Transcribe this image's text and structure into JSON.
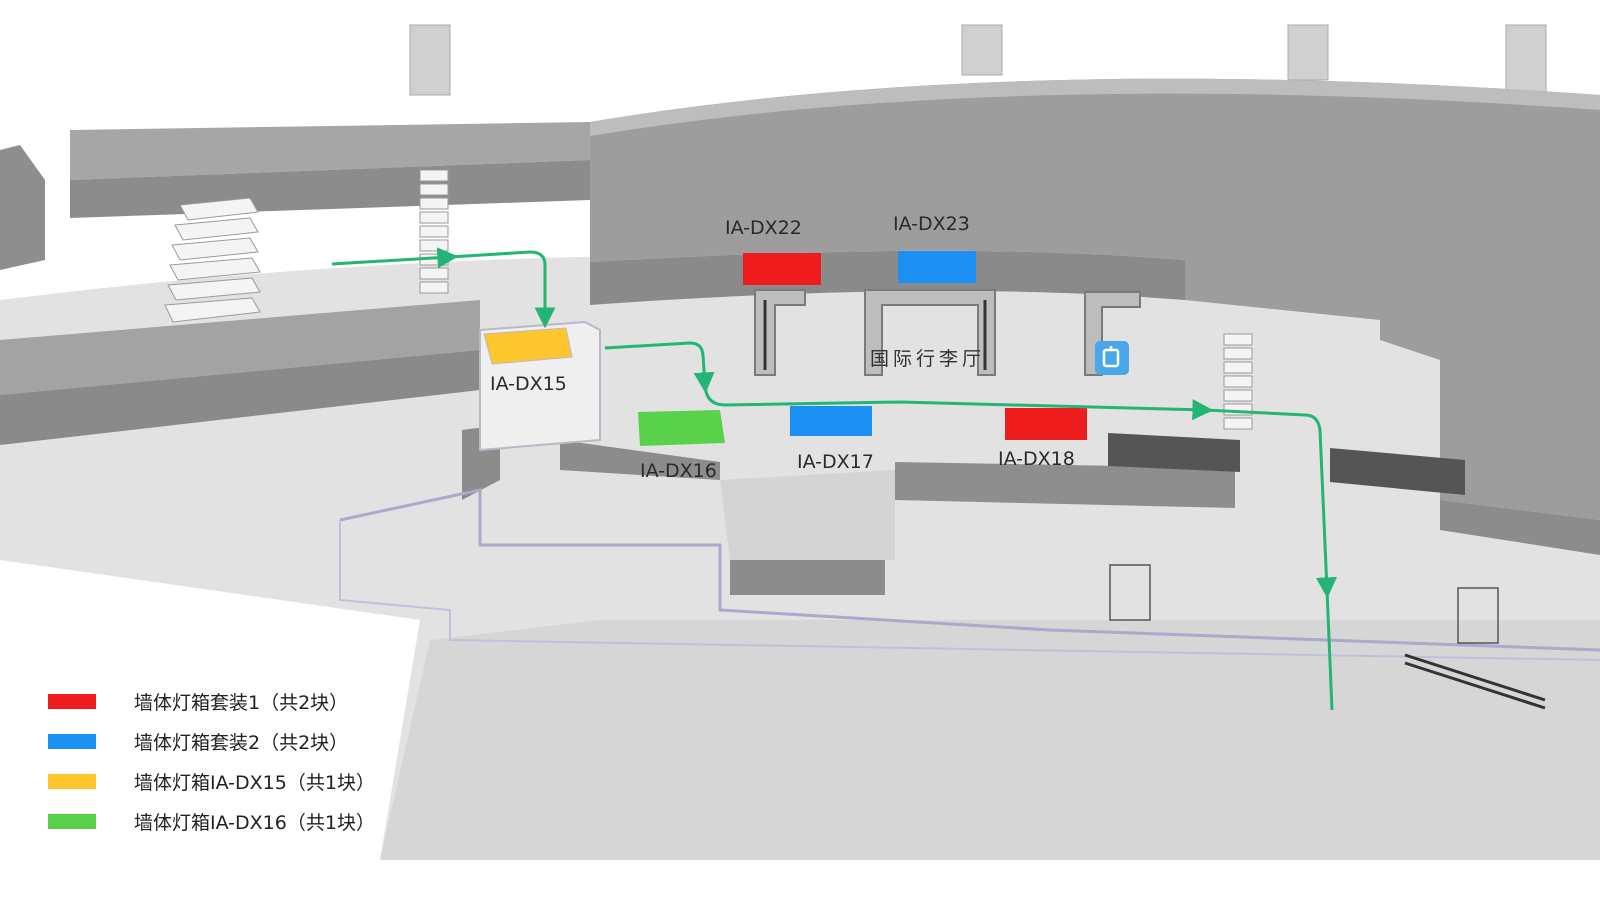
{
  "colors": {
    "red": "#ee1c1c",
    "blue": "#1b8ff2",
    "yellow": "#fdc62e",
    "green": "#5ad14a",
    "route": "#22b573",
    "wall": "#9a9a9a",
    "floor": "#dcdcdc"
  },
  "map": {
    "hall_label": "国际行李厅",
    "icon": "baggage-claim-icon",
    "route_description": "green-arrow-path"
  },
  "lightboxes": [
    {
      "id": "IA-DX22",
      "color": "red"
    },
    {
      "id": "IA-DX23",
      "color": "blue"
    },
    {
      "id": "IA-DX15",
      "color": "yellow"
    },
    {
      "id": "IA-DX16",
      "color": "green"
    },
    {
      "id": "IA-DX17",
      "color": "blue"
    },
    {
      "id": "IA-DX18",
      "color": "red"
    }
  ],
  "legend": [
    {
      "label": "墙体灯箱套装1（共2块）",
      "color": "#ee1c1c"
    },
    {
      "label": "墙体灯箱套装2（共2块）",
      "color": "#1b8ff2"
    },
    {
      "label": "墙体灯箱IA-DX15（共1块）",
      "color": "#fdc62e"
    },
    {
      "label": "墙体灯箱IA-DX16（共1块）",
      "color": "#5ad14a"
    }
  ]
}
